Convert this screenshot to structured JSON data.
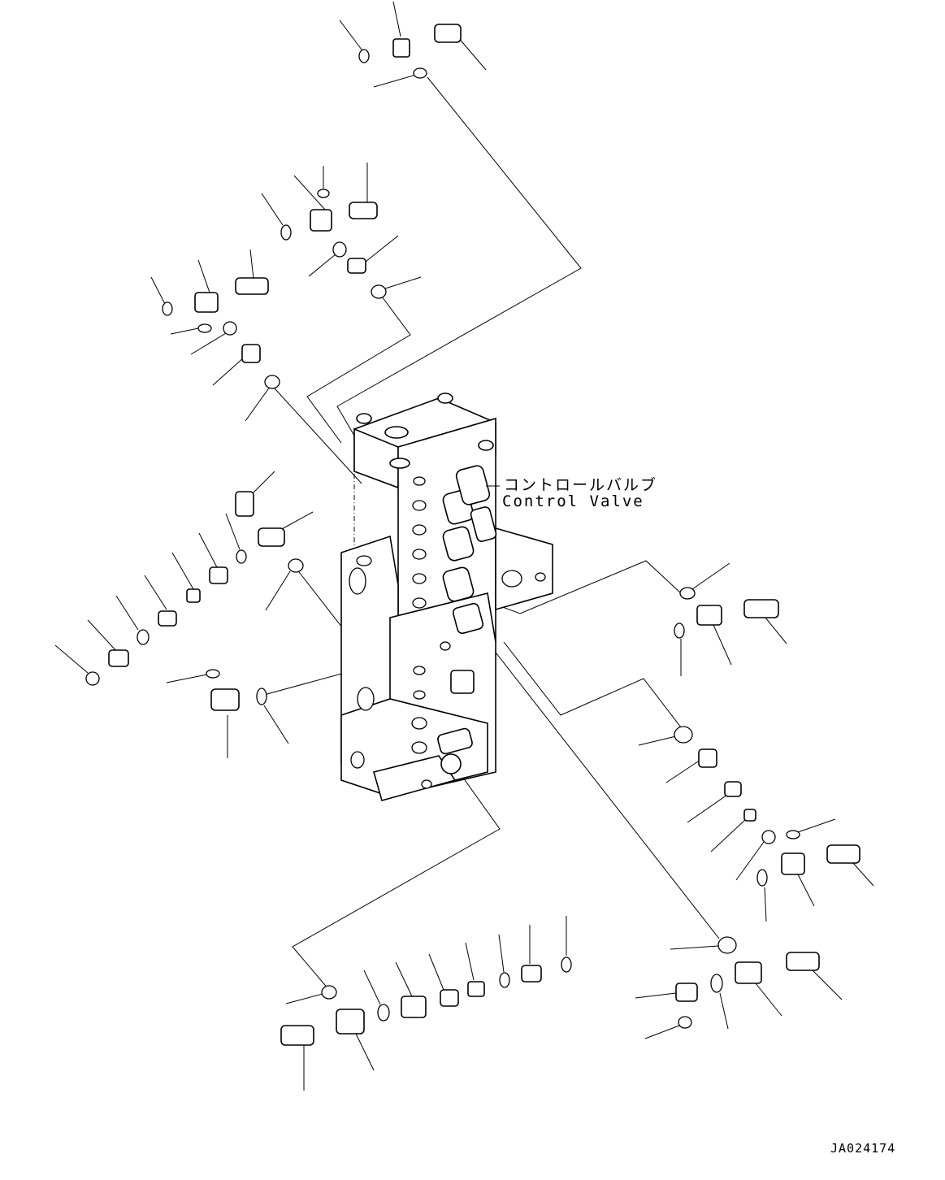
{
  "title_jp": "コントロールバルブ",
  "title_en": "Control Valve",
  "reference_code": "JA024174"
}
